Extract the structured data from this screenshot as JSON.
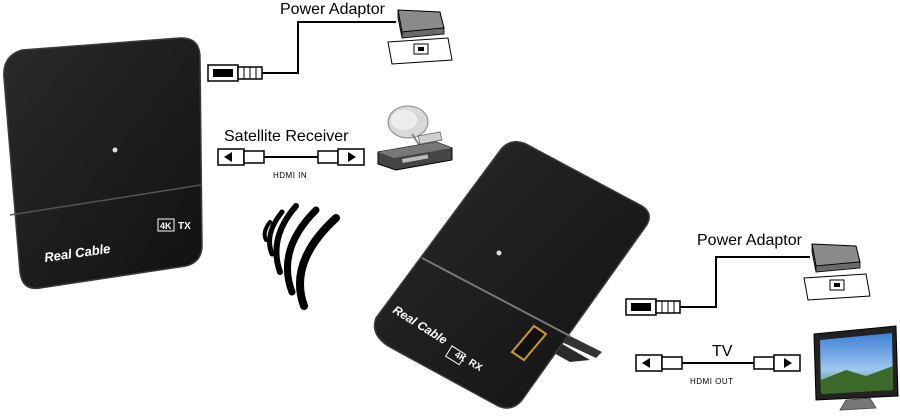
{
  "labels": {
    "power_adaptor_tx": "Power Adaptor",
    "satellite_receiver": "Satellite Receiver",
    "hdmi_in": "HDMI IN",
    "power_adaptor_rx": "Power Adaptor",
    "tv": "TV",
    "hdmi_out": "HDMI OUT"
  },
  "devices": {
    "transmitter": {
      "brand": "Real Cable",
      "badge_4k": "4K",
      "badge_type": "TX"
    },
    "receiver": {
      "brand": "Real Cable",
      "badge_4k": "4K",
      "badge_type": "RX"
    }
  },
  "colors": {
    "device_body": "#1c1c1c",
    "device_edge": "#3a3a3a",
    "line": "#000000",
    "background": "#ffffff"
  },
  "icons": [
    "usb-connector-icon",
    "hdmi-connector-icon",
    "power-adaptor-icon",
    "satellite-receiver-icon",
    "wifi-waves-icon",
    "tv-icon"
  ]
}
